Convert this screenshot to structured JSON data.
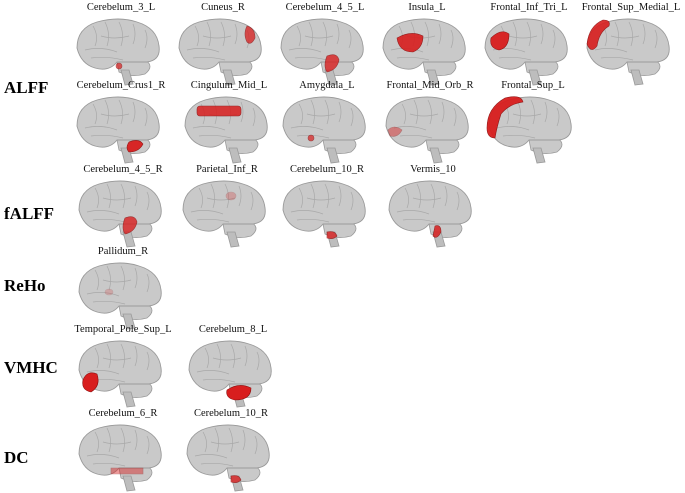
{
  "figure": {
    "rows": [
      {
        "label": "ALFF",
        "regions": [
          "Cerebelum_3_L",
          "Cuneus_R",
          "Cerebelum_4_5_L",
          "Insula_L",
          "Frontal_Inf_Tri_L",
          "Frontal_Sup_Medial_L",
          "Cerebelum_Crus1_R",
          "Cingulum_Mid_L",
          "Amygdala_L",
          "Frontal_Mid_Orb_R",
          "Frontal_Sup_L"
        ]
      },
      {
        "label": "fALFF",
        "regions": [
          "Cerebelum_4_5_R",
          "Parietal_Inf_R",
          "Cerebelum_10_R",
          "Vermis_10"
        ]
      },
      {
        "label": "ReHo",
        "regions": [
          "Pallidum_R"
        ]
      },
      {
        "label": "VMHC",
        "regions": [
          "Temporal_Pole_Sup_L",
          "Cerebelum_8_L"
        ]
      },
      {
        "label": "DC",
        "regions": [
          "Cerebelum_6_R",
          "Cerebelum_10_R"
        ]
      }
    ],
    "colors": {
      "brain_fill": "#c9c9c9",
      "brain_stroke": "#9a9a9a",
      "sulci": "#a8a8a8",
      "highlight": "#d81e1e",
      "highlight_dark": "#8c0e0e"
    }
  }
}
